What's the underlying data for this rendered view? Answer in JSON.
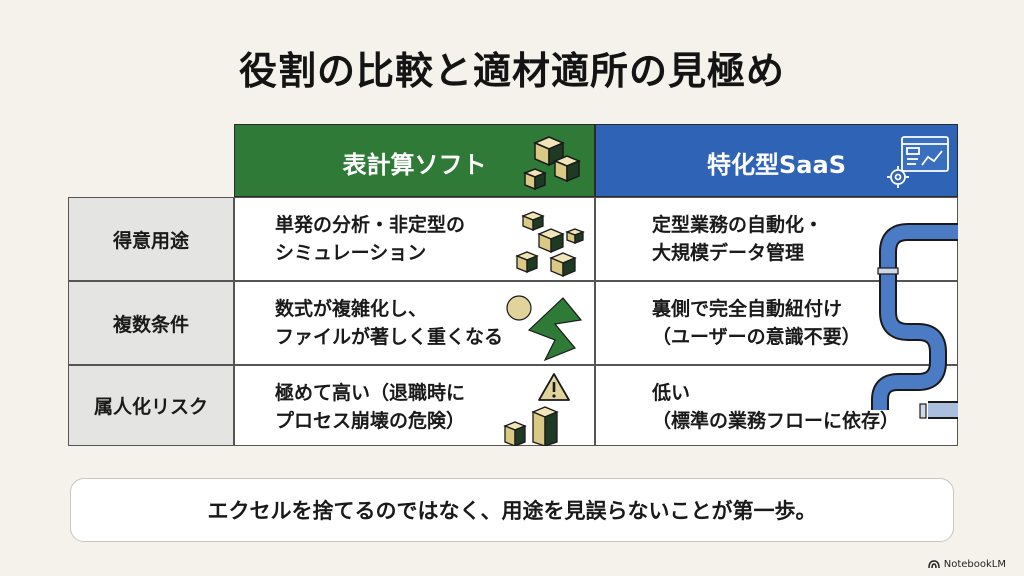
{
  "title": "役割の比較と適材適所の見極め",
  "columns": {
    "spreadsheet": "表計算ソフト",
    "saas": "特化型SaaS"
  },
  "rows": [
    {
      "label": "得意用途",
      "spreadsheet": [
        "単発の分析・非定型の",
        "シミュレーション"
      ],
      "saas": [
        "定型業務の自動化・",
        "大規模データ管理"
      ]
    },
    {
      "label": "複数条件",
      "spreadsheet": [
        "数式が複雑化し、",
        "ファイルが著しく重くなる"
      ],
      "saas": [
        "裏側で完全自動紐付け",
        "（ユーザーの意識不要）"
      ]
    },
    {
      "label": "属人化リスク",
      "spreadsheet": [
        "極めて高い（退職時に",
        "プロセス崩壊の危険）"
      ],
      "saas": [
        "低い",
        "（標準の業務フローに依存）"
      ]
    }
  ],
  "conclusion": "エクセルを捨てるのではなく、用途を見誤らないことが第一歩。",
  "brand": "NotebookLM",
  "colors": {
    "green_header": "#2e7a36",
    "blue_header": "#2e63b5",
    "cube_light": "#e0d39c",
    "pipe_blue": "#4a7bc4"
  },
  "icons": [
    "cubes-icon",
    "dashboard-window-icon",
    "gear-icon",
    "pipe-icon",
    "warning-icon",
    "shapes-icon"
  ]
}
